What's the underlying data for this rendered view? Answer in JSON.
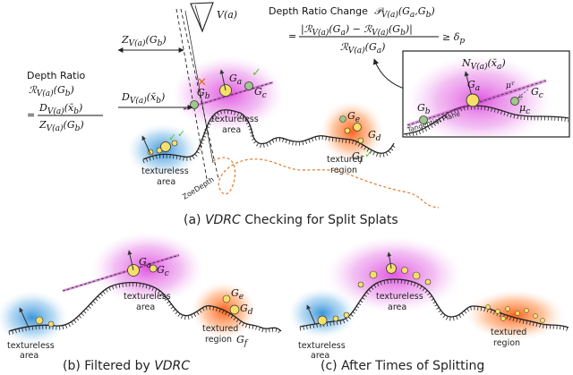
{
  "panel_a": {
    "caption_prefix": "(a) ",
    "caption_em": "VDRC",
    "caption_suffix": " Checking for Split Splats",
    "camera_label": "V(a)",
    "z_label": "Z",
    "z_sub": "V(a)",
    "z_arg": "(G",
    "z_arg_sub": "b",
    "z_close": ")",
    "d_label": "D",
    "d_sub": "V(a)",
    "d_arg": "(x̄",
    "d_arg_sub": "b",
    "d_close": ")",
    "depth_ratio_title": "Depth Ratio",
    "depth_ratio_R": "ℛ",
    "depth_ratio_arg": "(G",
    "depth_ratio_num": "D",
    "depth_ratio_num_arg": "(x̄",
    "depth_ratio_den": "Z",
    "depth_ratio_den_arg": "(G",
    "change_title": "Depth Ratio Change",
    "change_P": "𝒫",
    "change_P_arg": "(G",
    "change_num": "|ℛ",
    "change_num_mid": "(G",
    "change_num_minus": ") − ℛ",
    "change_num_end": ")|",
    "change_den": "ℛ",
    "change_den_arg": "(G",
    "change_geq": "≥ δ",
    "change_geq_sub": "p",
    "eq_sign": "=",
    "G": "G",
    "sub_a": "a",
    "sub_b": "b",
    "sub_c": "c",
    "sub_d": "d",
    "sub_e": "e",
    "sub_f": "f",
    "sub_Va": "V(a)",
    "comma": ",",
    "paren_close": ")",
    "textureless_area_1": "textureless",
    "textureless_area_2": "area",
    "textured_region_1": "textured",
    "textured_region_2": "region",
    "zoedepth": "ZoeDepth",
    "inset_normal": "N",
    "inset_normal_sub": "V(a)",
    "inset_normal_arg": "(x̄",
    "inset_normal_arg_sub": "a",
    "inset_mu": "μ",
    "inset_mu_sub": "c",
    "inset_mu_T": "μᵀ",
    "inset_tangent": "Tangential Plane",
    "inset_nvx": "N"
  },
  "panel_b": {
    "caption_prefix": "(b) Filtered by ",
    "caption_em": "VDRC"
  },
  "panel_c": {
    "caption": "(c) After Times of Splitting"
  },
  "colors": {
    "magenta": "#e04fe0",
    "blue": "#2f8fd8",
    "orange": "#ff6a1a",
    "yellow": "#f5e06a",
    "green": "#8fbf7a",
    "check": "#5bc236",
    "cross": "#e06a20",
    "zoe_line": "#e07a2a"
  }
}
